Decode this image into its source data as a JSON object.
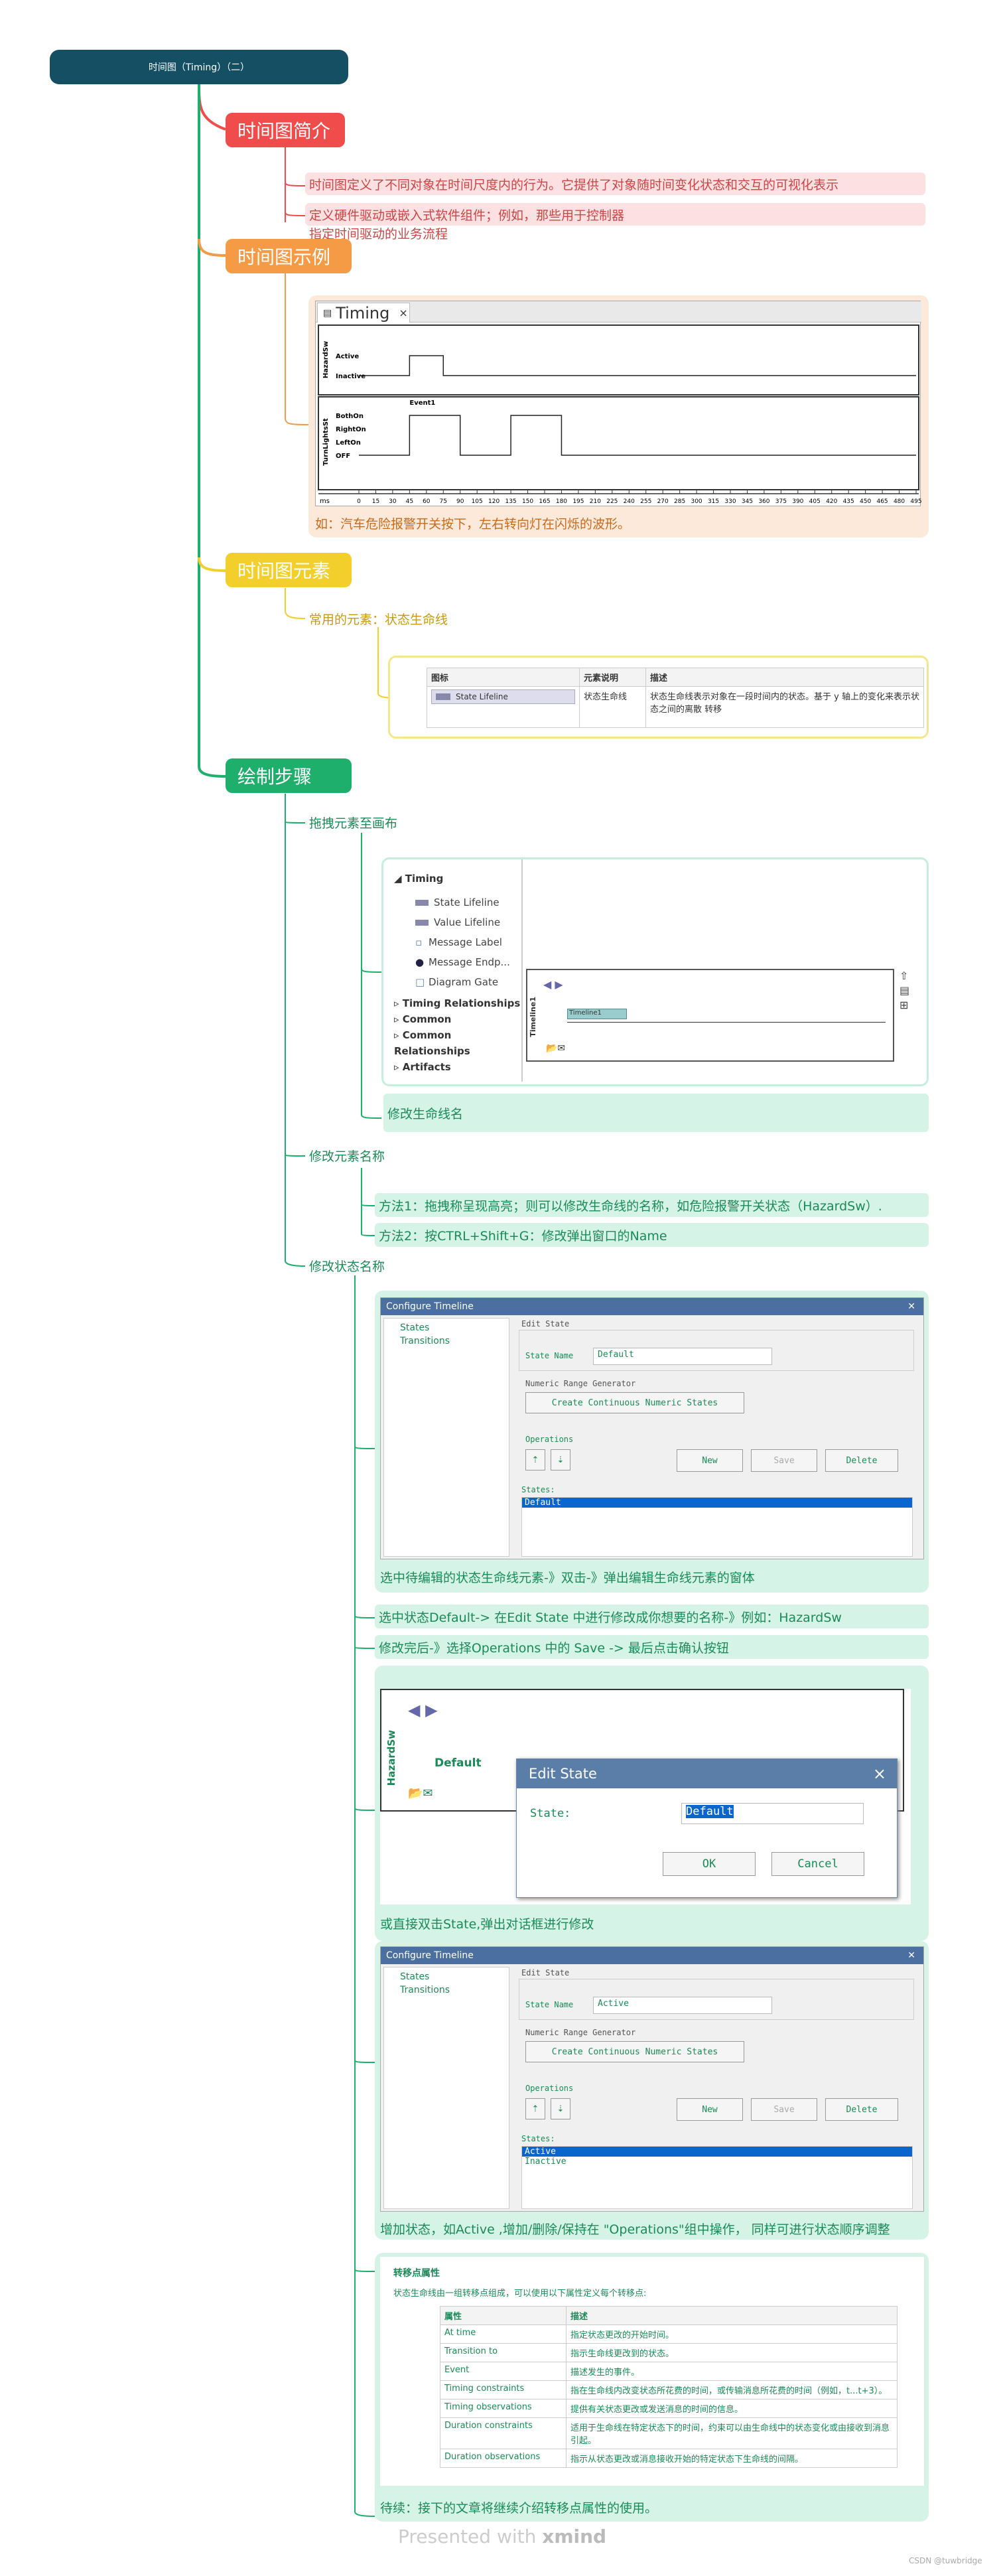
{
  "root": {
    "title": "时间图（Timing）（二）"
  },
  "sections": {
    "intro": {
      "title": "时间图简介",
      "items": [
        "时间图定义了不同对象在时间尺度内的行为。它提供了对象随时间变化状态和交互的可视化表示",
        "定义硬件驱动或嵌入式软件组件；例如，那些用于控制器",
        "指定时间驱动的业务流程"
      ]
    },
    "example": {
      "title": "时间图示例",
      "caption": "如：汽车危险报警开关按下，左右转向灯在闪烁的波形。"
    },
    "elements": {
      "title": "时间图元素",
      "item": "常用的元素：状态生命线"
    },
    "steps": {
      "title": "绘制步骤",
      "drag": "拖拽元素至画布",
      "rename_lifeline": "修改生命线名",
      "rename_element": "修改元素名称",
      "method1": "方法1：拖拽称呈现高亮；则可以修改生命线的名称，如危险报警开关状态（HazardSw）.",
      "method2": "方法2：按CTRL+Shift+G：修改弹出窗口的Name",
      "rename_state": "修改状态名称",
      "state_caption1": "选中待编辑的状态生命线元素-》双击-》弹出编辑生命线元素的窗体",
      "state_caption2": "选中状态Default-> 在Edit State 中进行修改成你想要的名称-》例如：HazardSw",
      "state_caption3": "修改完后-》选择Operations 中的 Save -> 最后点击确认按钮",
      "state_caption4": "或直接双击State,弹出对话框进行修改",
      "state_caption5": "增加状态，如Active ,增加/删除/保持在 \"Operations\"组中操作， 同样可进行状态顺序调整",
      "final": "待续：接下的文章将继续介绍转移点属性的使用。"
    }
  },
  "timing_win": {
    "tab": "Timing",
    "close": "×",
    "lane1": "HazardSw",
    "lane2": "TurnLightsSt",
    "states1": [
      "Active",
      "Inactive"
    ],
    "states2": [
      "BothOn",
      "RightOn",
      "LeftOn",
      "OFF"
    ],
    "event": "Event1",
    "unit": "ms",
    "ticks": [
      "0",
      "15",
      "30",
      "45",
      "60",
      "75",
      "90",
      "105",
      "120",
      "135",
      "150",
      "165",
      "180",
      "195",
      "210",
      "225",
      "240",
      "255",
      "270",
      "285",
      "300",
      "315",
      "330",
      "345",
      "360",
      "375",
      "390",
      "405",
      "420",
      "435",
      "450",
      "465",
      "480",
      "495"
    ]
  },
  "elem_table": {
    "headers": [
      "图标",
      "元素说明",
      "描述"
    ],
    "icon_label": "State Lifeline",
    "name": "状态生命线",
    "desc": "状态生命线表示对象在一段时间内的状态。基于 y 轴上的变化来表示状态之间的离散 转移"
  },
  "toolbox": {
    "group": "Timing",
    "items": [
      "State Lifeline",
      "Value Lifeline",
      "Message Label",
      "Message Endp...",
      "Diagram Gate"
    ],
    "groups": [
      "Timing Relationships",
      "Common",
      "Common Relationships",
      "Artifacts"
    ],
    "lifeline": "Timeline1"
  },
  "config1": {
    "title": "Configure Timeline",
    "close": "✕",
    "tree": [
      "States",
      "Transitions"
    ],
    "edit_state": "Edit State",
    "state_name_label": "State Name",
    "state_name": "Default",
    "nrg": "Numeric Range Generator",
    "create_btn": "Create Continuous Numeric States",
    "ops": "Operations",
    "new": "New",
    "save": "Save",
    "delete": "Delete",
    "states_label": "States:",
    "states": [
      "Default"
    ]
  },
  "edit_dialog": {
    "lane": "HazardSw",
    "default": "Default",
    "title": "Edit State",
    "close": "×",
    "label": "State:",
    "value": "Default",
    "ok": "OK",
    "cancel": "Cancel"
  },
  "config2": {
    "title": "Configure Timeline",
    "close": "✕",
    "tree": [
      "States",
      "Transitions"
    ],
    "edit_state": "Edit State",
    "state_name_label": "State Name",
    "state_name": "Active",
    "nrg": "Numeric Range Generator",
    "create_btn": "Create Continuous Numeric States",
    "ops": "Operations",
    "new": "New",
    "save": "Save",
    "delete": "Delete",
    "states_label": "States:",
    "states": [
      "Active",
      "Inactive"
    ]
  },
  "props": {
    "title": "转移点属性",
    "desc": "状态生命线由一组转移点组成，可以使用以下属性定义每个转移点:",
    "headers": [
      "属性",
      "描述"
    ],
    "rows": [
      [
        "At time",
        "指定状态更改的开始时间。"
      ],
      [
        "Transition to",
        "指示生命线更改到的状态。"
      ],
      [
        "Event",
        "描述发生的事件。"
      ],
      [
        "Timing constraints",
        "指在生命线内改变状态所花费的时间，或传输消息所花费的时间（例如，t...t+3）。"
      ],
      [
        "Timing observations",
        "提供有关状态更改或发送消息的时间的信息。"
      ],
      [
        "Duration constraints",
        "适用于生命线在特定状态下的时间，约束可以由生命线中的状态变化或由接收到消息引起。"
      ],
      [
        "Duration observations",
        "指示从状态更改或消息接收开始的特定状态下生命线的间隔。"
      ]
    ]
  },
  "footer": {
    "presented": "Presented with",
    "brand": "xmind",
    "csdn": "CSDN @tuwbridge"
  },
  "colors": {
    "root": "#154f63",
    "red": "#f04c4c",
    "orange": "#f59b45",
    "yellow": "#f2cf2b",
    "green": "#1eaf6c"
  }
}
